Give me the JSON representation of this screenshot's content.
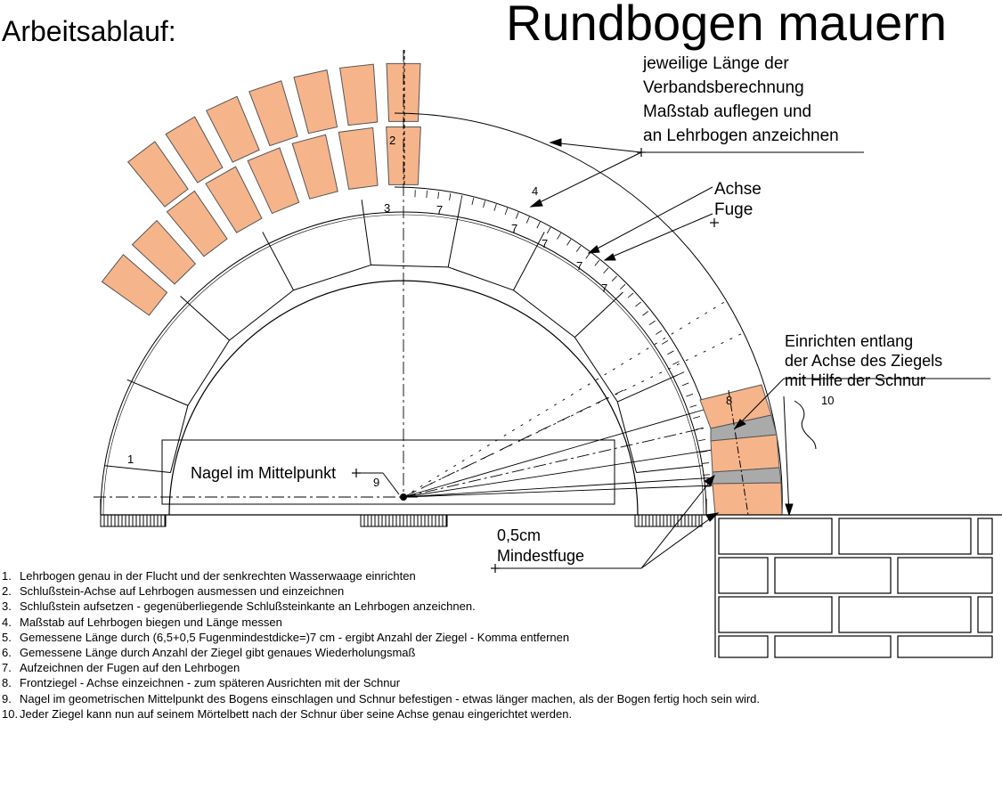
{
  "title": "Rundbogen mauern",
  "subtitle": "Arbeitsablauf:",
  "colors": {
    "brick_fill": "#f6b48b",
    "brick_stroke": "#555555",
    "wedge_fill": "#aaaaaa",
    "line": "#000000",
    "background": "#ffffff"
  },
  "callouts": {
    "measure": [
      "jeweilige Länge der",
      "Verbandsberechnung",
      "Maßstab auflegen und",
      "an Lehrbogen anzeichnen"
    ],
    "axis_joint": [
      "Achse",
      "Fuge"
    ],
    "align": [
      "Einrichten entlang",
      "der Achse des Ziegels",
      "mit Hilfe der Schnur"
    ],
    "nail": "Nagel im Mittelpunkt",
    "min_joint": [
      "0,5cm",
      "Mindestfuge"
    ]
  },
  "markers": {
    "m1": "1",
    "m2": "2",
    "m3": "3",
    "m4": "4",
    "m7a": "7",
    "m7b": "7",
    "m7c": "7",
    "m7d": "7",
    "m7e": "7",
    "m8": "8",
    "m9": "9",
    "m10": "10"
  },
  "steps": [
    {
      "num": "1.",
      "text": "Lehrbogen genau in der Flucht und der senkrechten Wasserwaage einrichten"
    },
    {
      "num": "2.",
      "text": "Schlußstein-Achse  auf Lehrbogen ausmessen und einzeichnen"
    },
    {
      "num": "3.",
      "text": "Schlußstein aufsetzen - gegenüberliegende Schlußsteinkante an Lehrbogen anzeichnen."
    },
    {
      "num": "4.",
      "text": "Maßstab auf Lehrbogen biegen und Länge messen"
    },
    {
      "num": "5.",
      "text": "Gemessene Länge durch (6,5+0,5 Fugenmindestdicke=)7 cm - ergibt Anzahl der Ziegel - Komma entfernen"
    },
    {
      "num": "6.",
      "text": "Gemessene Länge durch Anzahl der Ziegel gibt genaues Wiederholungsmaß"
    },
    {
      "num": "7.",
      "text": "Aufzeichnen der Fugen auf den Lehrbogen"
    },
    {
      "num": "8.",
      "text": "Frontziegel - Achse einzeichnen - zum späteren Ausrichten mit der Schnur"
    },
    {
      "num": "9.",
      "text": "Nagel im geometrischen Mittelpunkt des Bogens einschlagen und Schnur befestigen - etwas länger machen, als der Bogen fertig hoch sein wird."
    },
    {
      "num": "10.",
      "text": "Jeder Ziegel kann nun auf seinem Mörtelbett nach der Schnur über seine Achse genau eingerichtet werden."
    }
  ]
}
